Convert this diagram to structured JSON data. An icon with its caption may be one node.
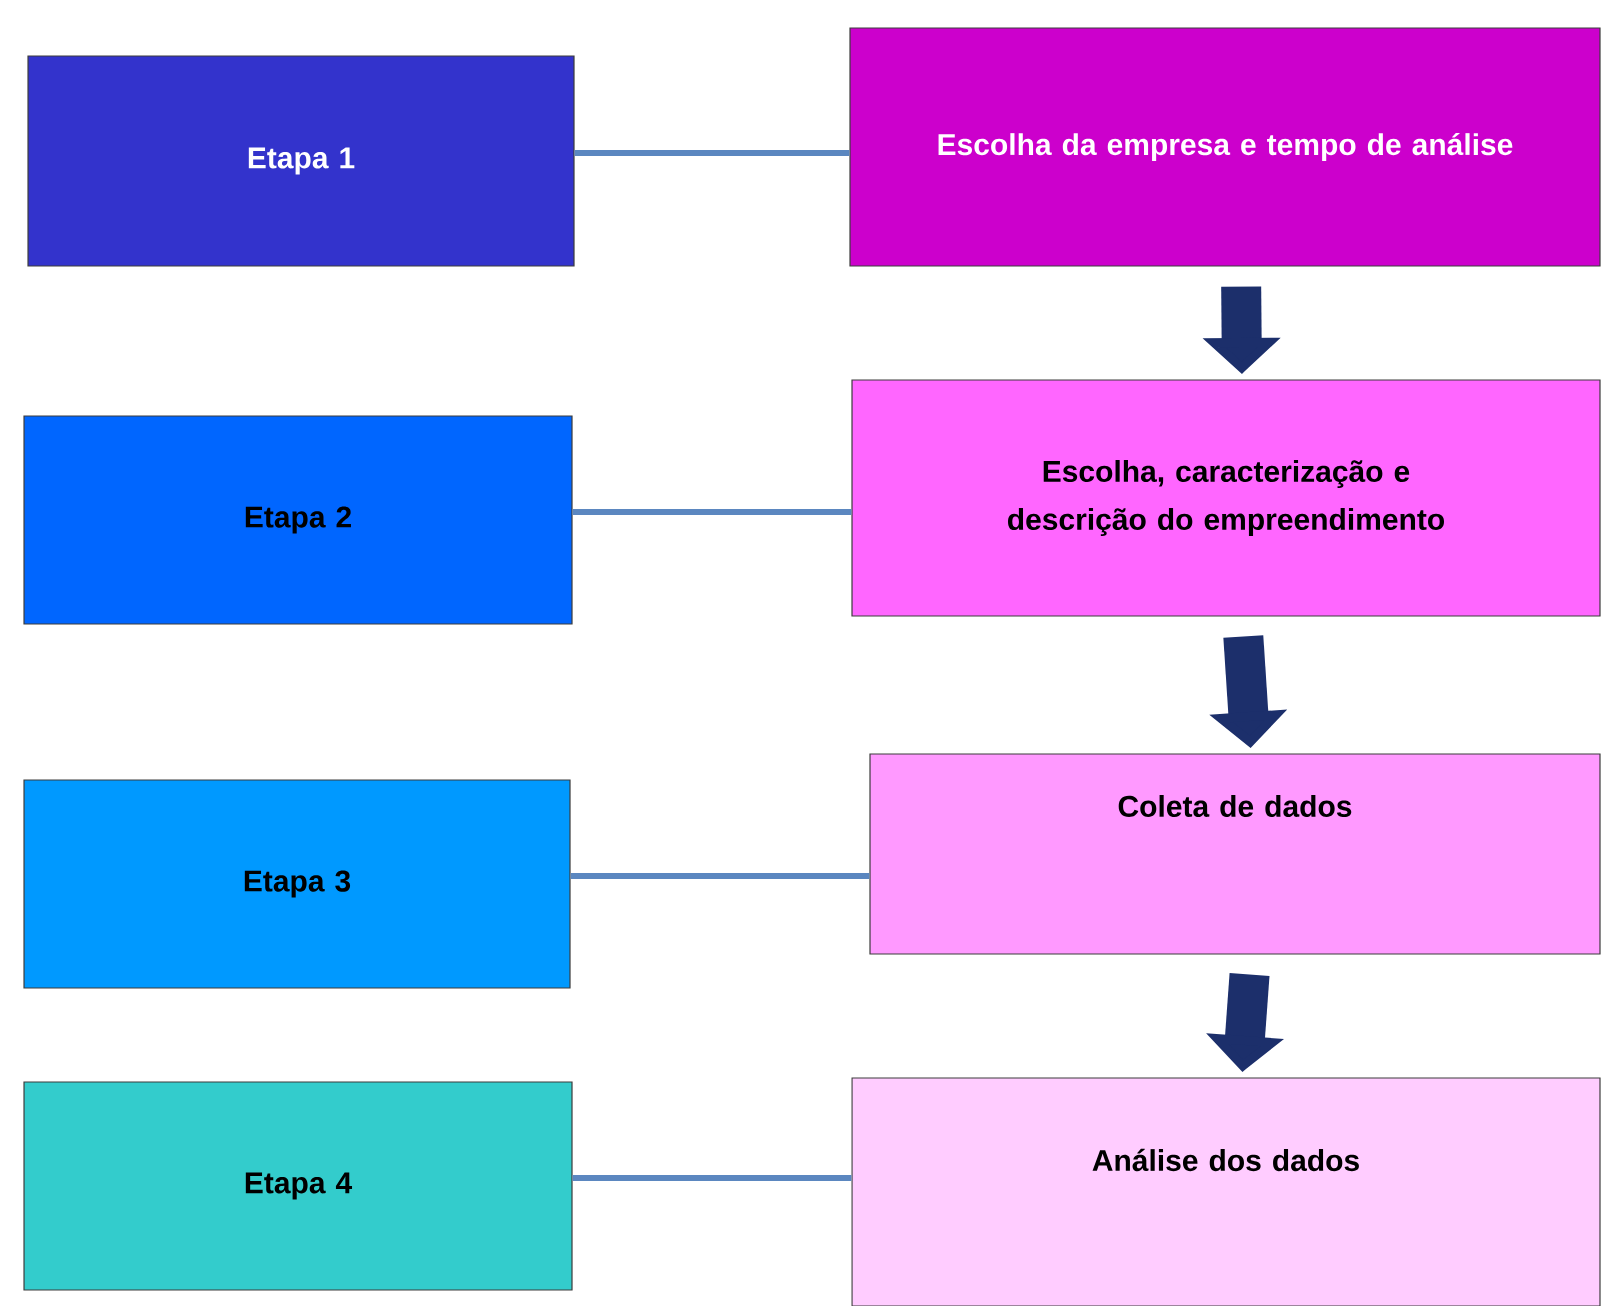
{
  "diagram": {
    "nodes": [
      {
        "text": [
          "Etapa 1"
        ]
      },
      {
        "text": [
          "Escolha da empresa e tempo de análise"
        ]
      },
      {
        "text": [
          "Etapa 2"
        ]
      },
      {
        "text": [
          "Escolha, caracterização e descrição do empreendimento"
        ]
      },
      {
        "text": [
          "Etapa 3"
        ]
      },
      {
        "text": [
          "Coleta de dados"
        ]
      },
      {
        "text": [
          "Etapa 4"
        ]
      },
      {
        "text": [
          "Análise dos dados"
        ]
      }
    ],
    "edges": [
      {
        "from": 0,
        "to": 1,
        "arrow": "none"
      },
      {
        "from": 1,
        "to": 3,
        "arrow": "to",
        "style": "thick",
        "color": "#1c2f6b"
      },
      {
        "from": 2,
        "to": 3,
        "arrow": "none"
      },
      {
        "from": 3,
        "to": 5,
        "arrow": "to",
        "style": "thick",
        "color": "#1c2f6b"
      },
      {
        "from": 4,
        "to": 5,
        "arrow": "none"
      },
      {
        "from": 5,
        "to": 7,
        "arrow": "to",
        "style": "thick",
        "color": "#1c2f6b"
      },
      {
        "from": 6,
        "to": 7,
        "arrow": "none"
      }
    ]
  }
}
